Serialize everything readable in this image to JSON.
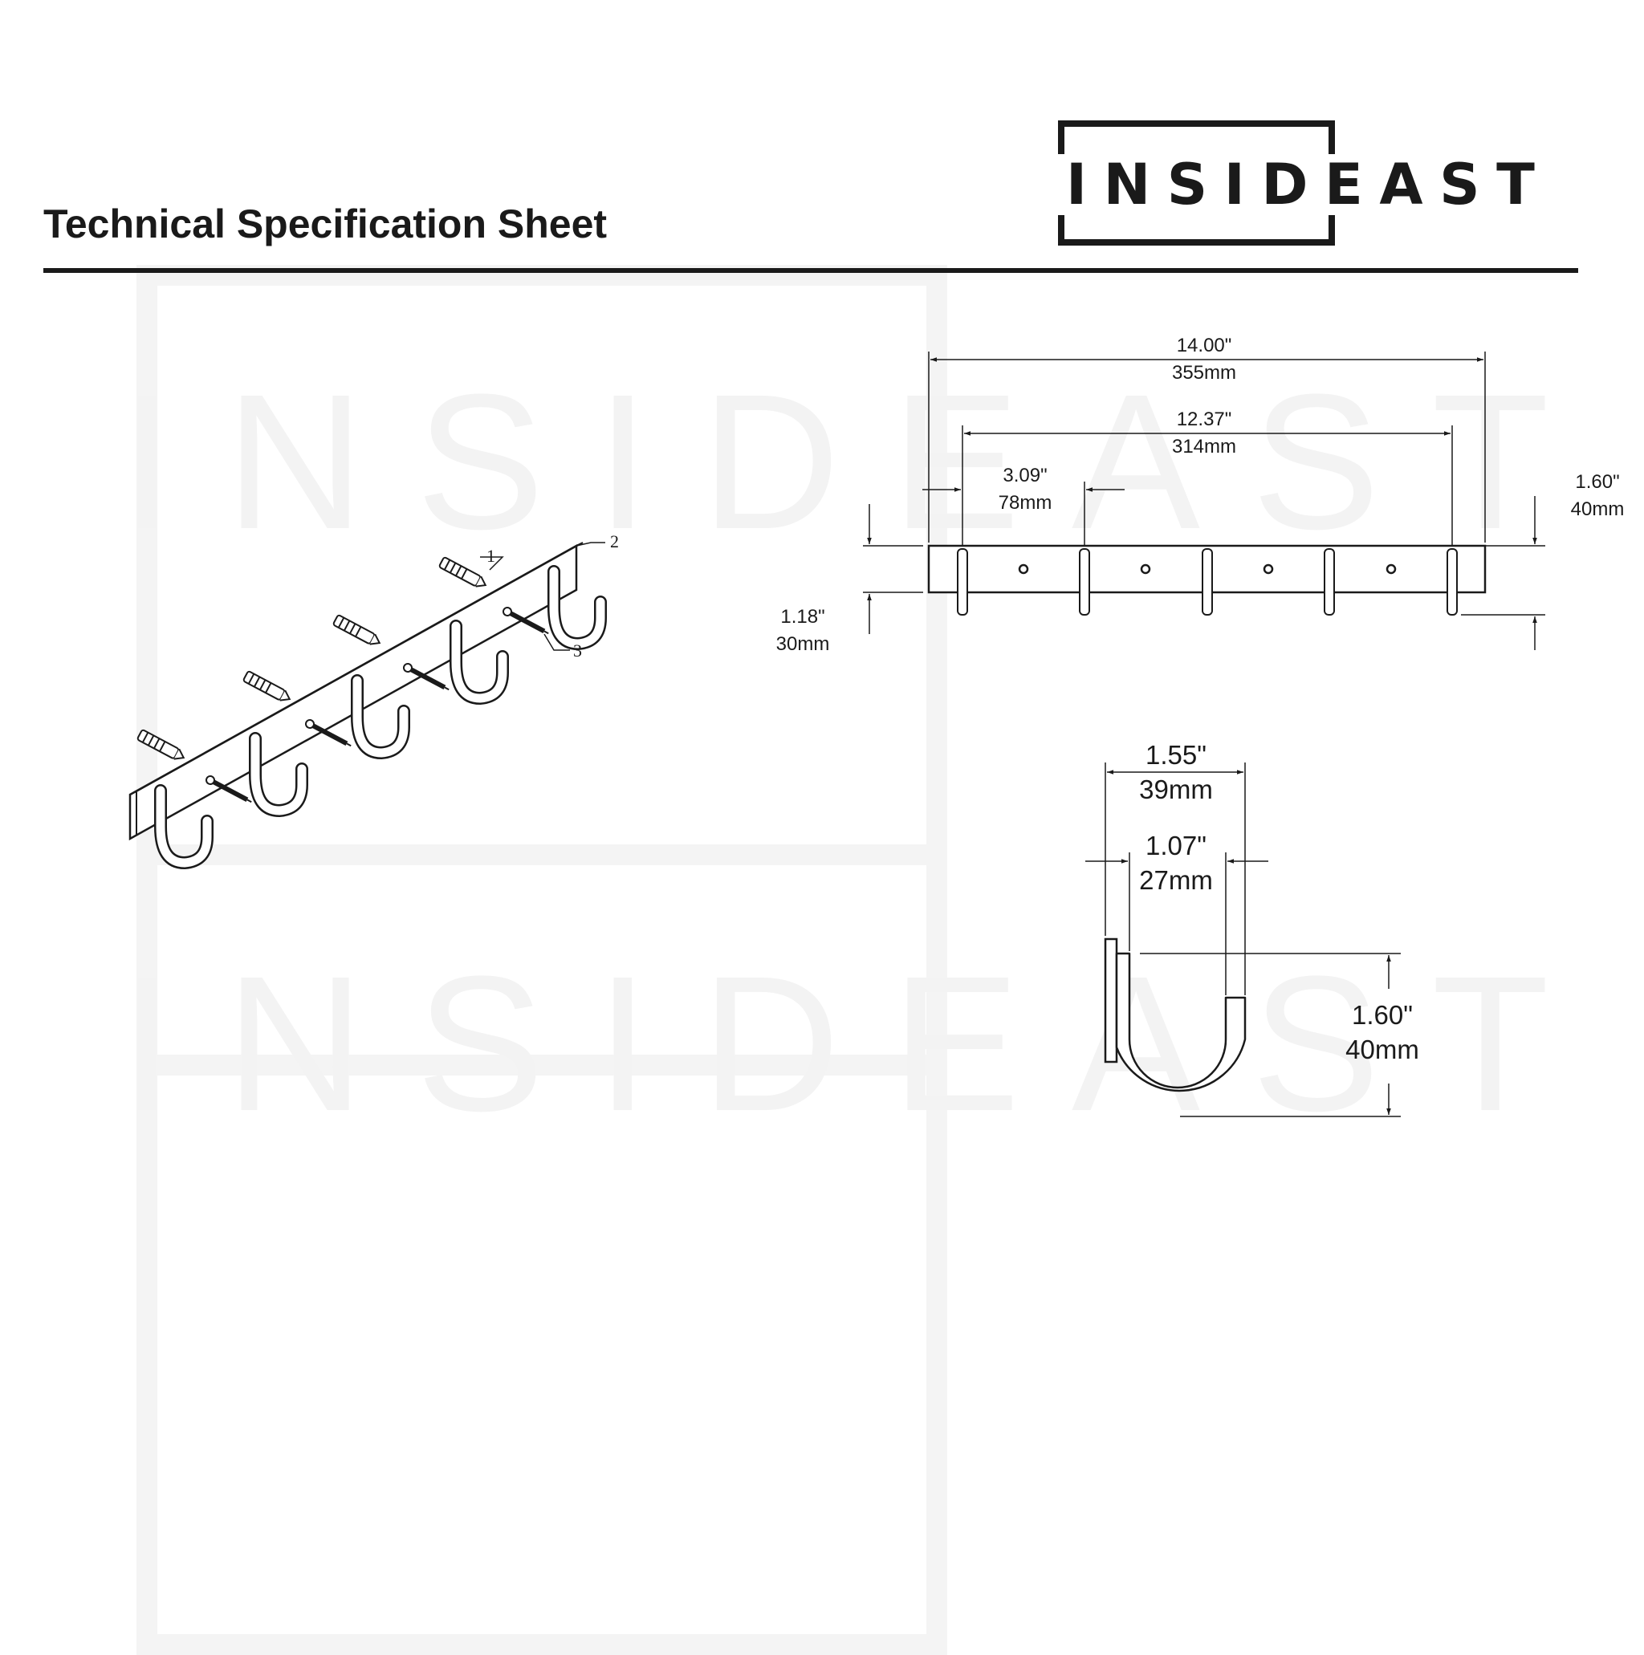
{
  "header": {
    "title": "Technical Specification Sheet",
    "logo_letters": [
      "I",
      "N",
      "S",
      "I",
      "D",
      "E",
      "A",
      "S",
      "T"
    ]
  },
  "watermark": {
    "letters": [
      "I",
      "N",
      "S",
      "I",
      "D",
      "E",
      "A",
      "S",
      "T"
    ]
  },
  "isometric_view": {
    "part_callouts": [
      "1",
      "2",
      "3"
    ]
  },
  "front_view": {
    "overall_length": {
      "inch": "14.00\"",
      "mm": "355mm"
    },
    "outer_hook_spacing": {
      "inch": "12.37\"",
      "mm": "314mm"
    },
    "hook_spacing": {
      "inch": "3.09\"",
      "mm": "78mm"
    },
    "rail_height": {
      "inch": "1.18\"",
      "mm": "30mm"
    },
    "total_height": {
      "inch": "1.60\"",
      "mm": "40mm"
    }
  },
  "side_view": {
    "outer_depth": {
      "inch": "1.55\"",
      "mm": "39mm"
    },
    "inner_gap": {
      "inch": "1.07\"",
      "mm": "27mm"
    },
    "hook_height": {
      "inch": "1.60\"",
      "mm": "40mm"
    }
  },
  "colors": {
    "ink": "#1a1a1a",
    "watermark": "#f3f3f3"
  }
}
